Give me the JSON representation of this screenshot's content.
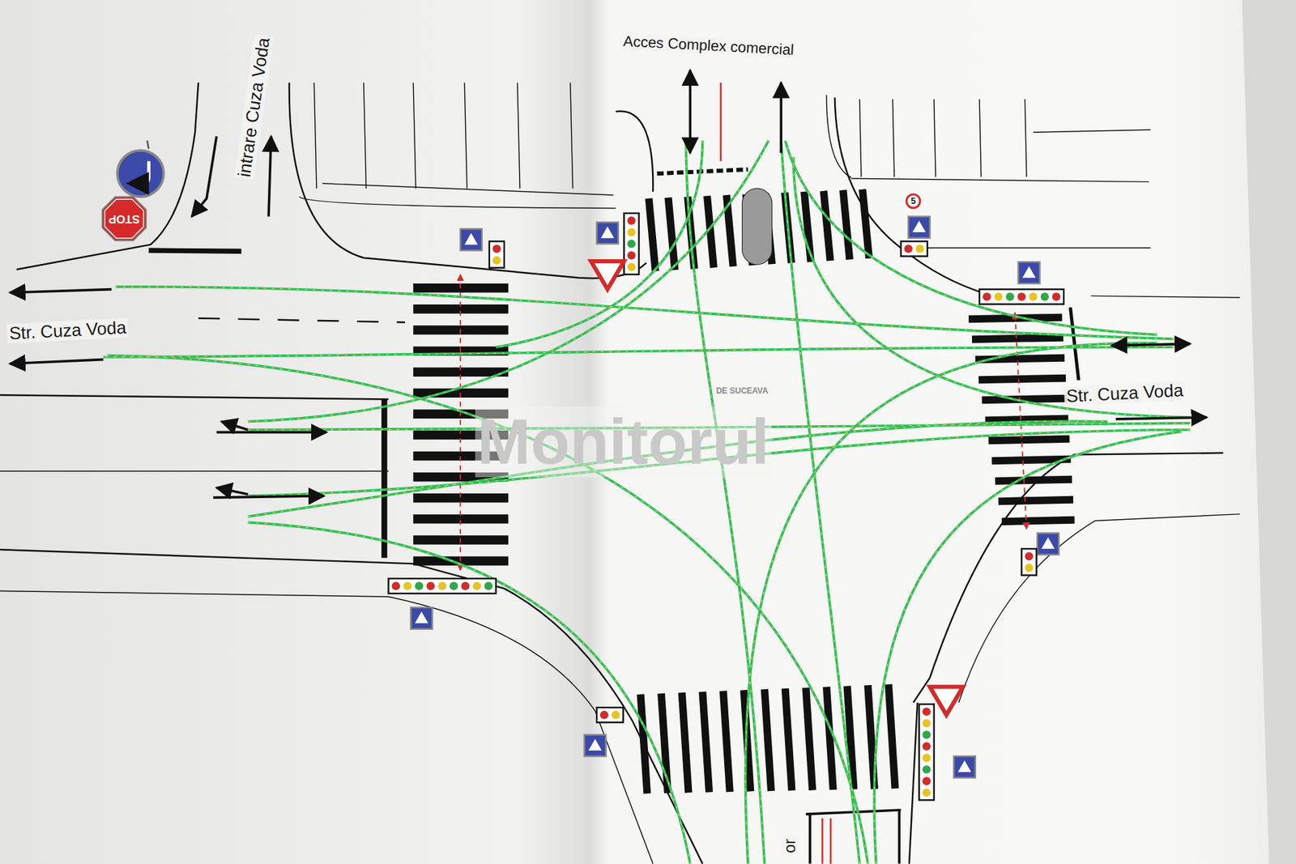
{
  "diagram": {
    "nodes": [
      {
        "text": [
          "STOP"
        ]
      },
      {
        "text": [
          "5"
        ]
      }
    ],
    "labels": [
      "intrare Cuza Voda",
      "Str. Cuza Voda",
      "Acces Complex comercial",
      "Str. Cuza Voda",
      "Monitorul",
      "DE SUCEAVA",
      "or"
    ]
  }
}
